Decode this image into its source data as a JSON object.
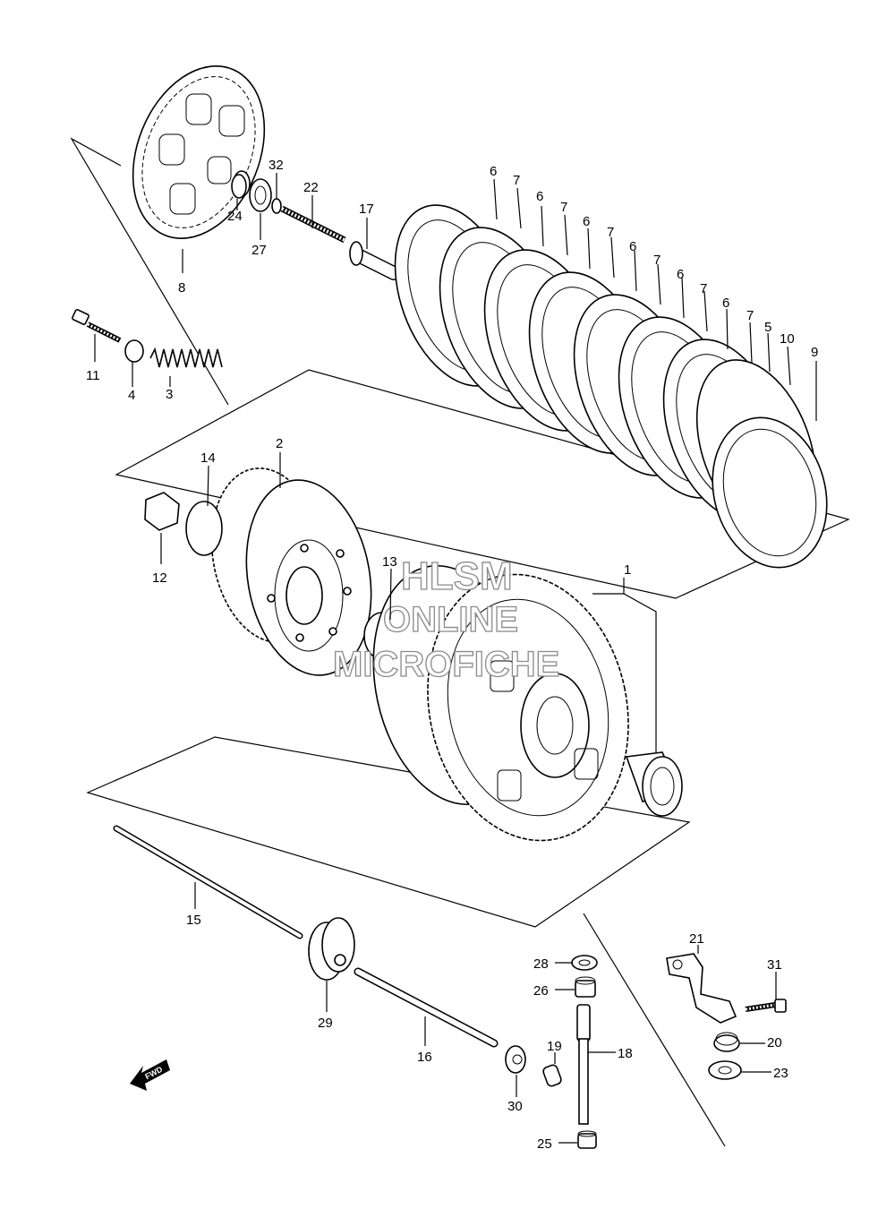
{
  "labels": {
    "p1": "1",
    "p2": "2",
    "p3": "3",
    "p4": "4",
    "p5": "5",
    "p6": "6",
    "p7": "7",
    "p8": "8",
    "p9": "9",
    "p10": "10",
    "p11": "11",
    "p12": "12",
    "p13": "13",
    "p14": "14",
    "p15": "15",
    "p16": "16",
    "p17": "17",
    "p18": "18",
    "p19": "19",
    "p20": "20",
    "p21": "21",
    "p22": "22",
    "p23": "23",
    "p24": "24",
    "p25": "25",
    "p26": "26",
    "p27": "27",
    "p28": "28",
    "p29": "29",
    "p30": "30",
    "p31": "31",
    "p32": "32"
  },
  "watermark": {
    "line1": "HLSM",
    "line2": "ONLINE",
    "line3": "MICROFICHE"
  },
  "fwd_arrow": {
    "text": "FWD"
  }
}
